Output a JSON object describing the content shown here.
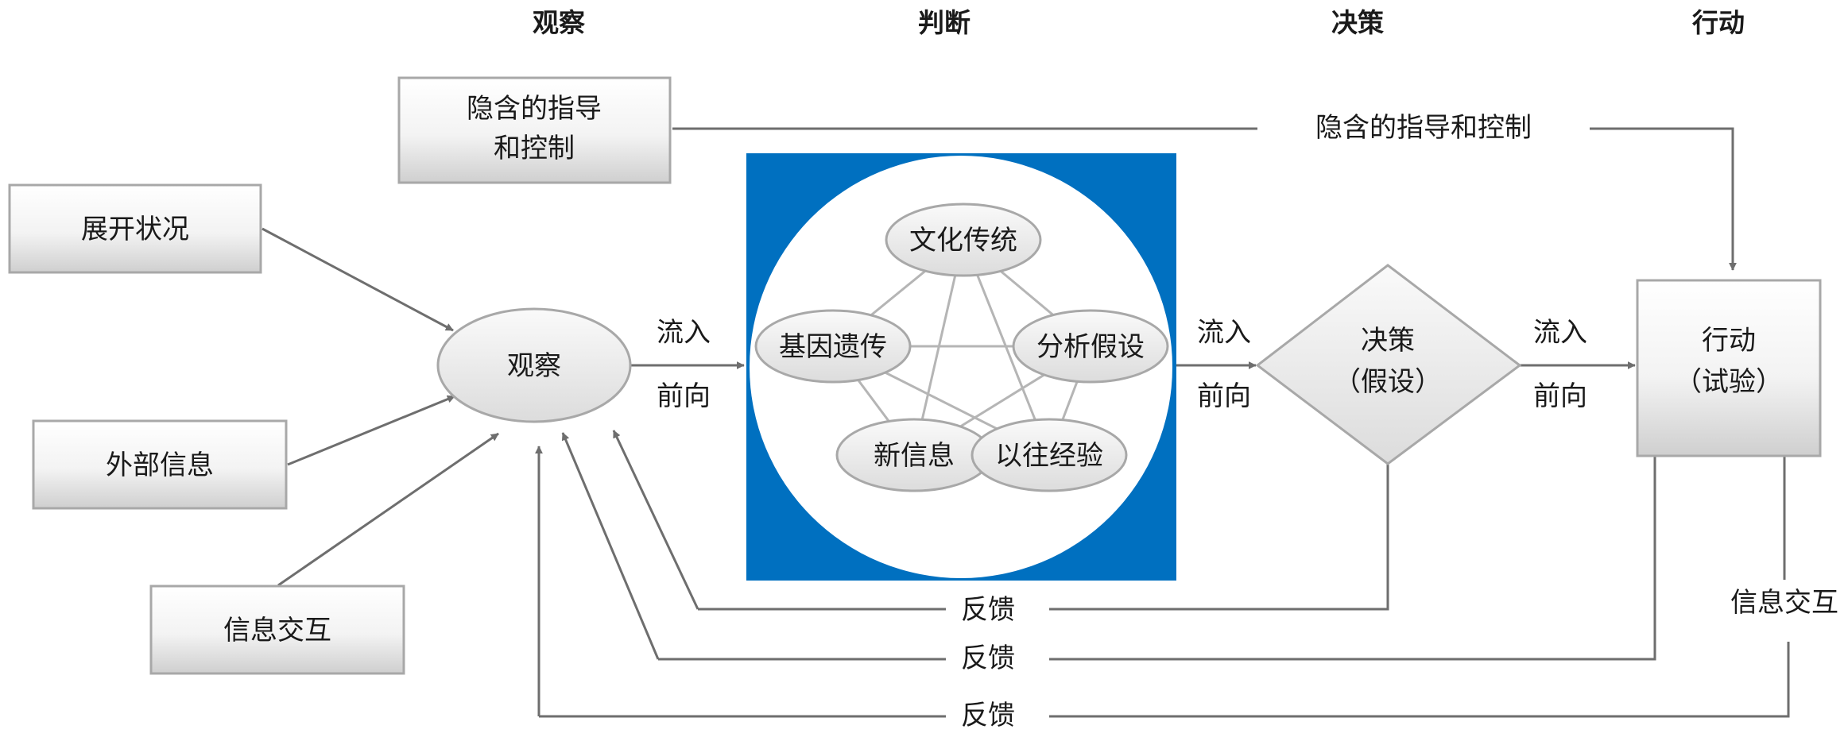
{
  "headers": {
    "observe": "观察",
    "orient": "判断",
    "decide": "决策",
    "act": "行动"
  },
  "inputs": {
    "implicit_box": [
      "隐含的指导",
      "和控制"
    ],
    "unfolding": "展开状况",
    "outside_info": "外部信息",
    "interaction": "信息交互"
  },
  "observe_node": "观察",
  "orient_nodes": {
    "culture": "文化传统",
    "genetic": "基因遗传",
    "analysis": "分析假设",
    "new_info": "新信息",
    "experience": "以往经验"
  },
  "decide_node": [
    "决策",
    "（假设）"
  ],
  "act_node": [
    "行动",
    "（试验）"
  ],
  "flows": {
    "inflow": "流入",
    "feedforward": "前向"
  },
  "implicit_line_label": "隐含的指导和控制",
  "feedback_label": "反馈",
  "interaction_right": "信息交互",
  "colors": {
    "orient_bg": "#0070c0",
    "connector": "#6e6e6e",
    "border": "#a8a8a8"
  }
}
